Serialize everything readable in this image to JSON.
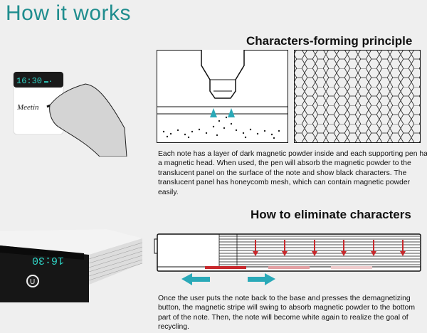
{
  "title": "How it works",
  "sections": {
    "forming": {
      "heading": "Characters-forming principle",
      "description": "Each note has a layer of dark magnetic powder inside and each supporting pen has a magnetic head. When used, the pen will absorb the magnetic powder to the translucent panel on the surface of the note and show black characters. The translucent panel has honeycomb mesh, which can contain magnetic powder easily."
    },
    "eliminate": {
      "heading": "How to eliminate characters",
      "description": "Once the user puts the note back to the base and presses the demagnetizing button, the magnetic stripe will swing to absorb magnetic powder to the bottom part of the note. Then, the note will become white again to realize the goal of recycling."
    }
  },
  "device": {
    "clock": "16:30",
    "note_text": "Meetin",
    "base_clock": "16:30"
  },
  "colors": {
    "accent": "#1f8d8e",
    "teal_arrow": "#2aa9b8",
    "red": "#c8282c",
    "display": "#2fd6c8"
  }
}
